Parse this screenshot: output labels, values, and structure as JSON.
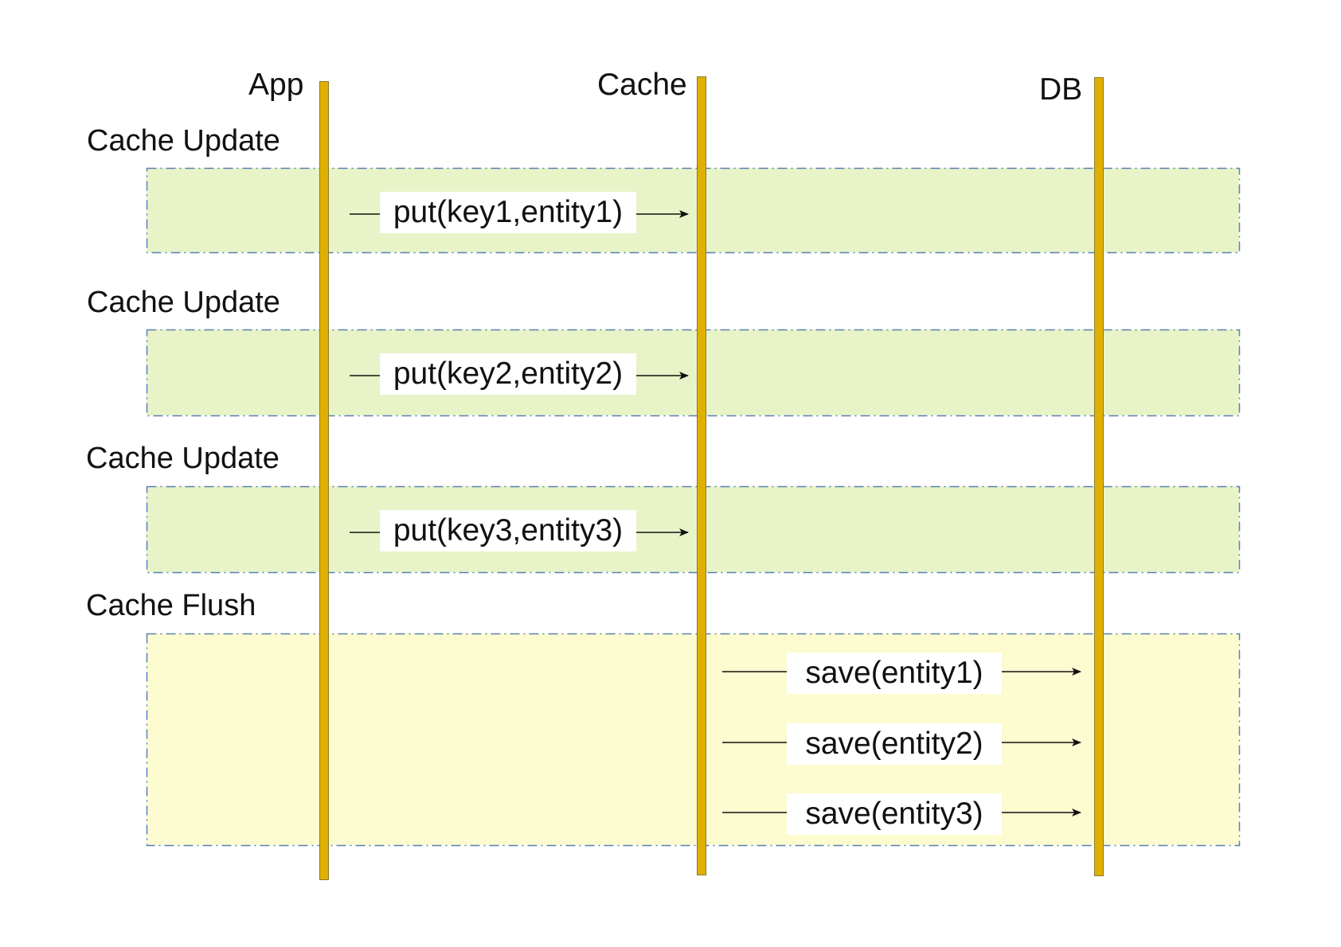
{
  "participants": {
    "app": "App",
    "cache": "Cache",
    "db": "DB"
  },
  "groups": [
    {
      "label": "Cache Update",
      "kind": "update",
      "message": "put(key1,entity1)"
    },
    {
      "label": "Cache Update",
      "kind": "update",
      "message": "put(key2,entity2)"
    },
    {
      "label": "Cache Update",
      "kind": "update",
      "message": "put(key3,entity3)"
    },
    {
      "label": "Cache Flush",
      "kind": "flush",
      "messages": [
        "save(entity1)",
        "save(entity2)",
        "save(entity3)"
      ]
    }
  ],
  "colors": {
    "lifeline": "#e0b000",
    "update_fill": "#e8f4c8",
    "flush_fill": "#fdfbd0",
    "region_border": "#5a7fb8",
    "arrow": "#111111"
  }
}
